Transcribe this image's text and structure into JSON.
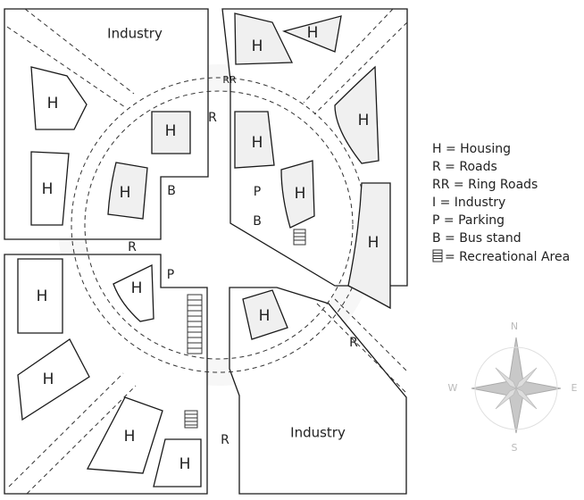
{
  "map": {
    "industry_labels": [
      "Industry",
      "Industry"
    ],
    "housing_label": "H",
    "road_labels": [
      "R",
      "R",
      "R",
      "R"
    ],
    "ring_road_label": "RR",
    "parking_labels": [
      "P",
      "P"
    ],
    "bus_stand_labels": [
      "B",
      "B"
    ]
  },
  "legend": [
    {
      "key": "H",
      "text": "H = Housing"
    },
    {
      "key": "R",
      "text": "R = Roads"
    },
    {
      "key": "RR",
      "text": "RR = Ring Roads"
    },
    {
      "key": "I",
      "text": "I = Industry"
    },
    {
      "key": "P",
      "text": "P = Parking"
    },
    {
      "key": "B",
      "text": "B = Bus stand"
    },
    {
      "key": "recreational-icon",
      "text": "= Recreational Area"
    }
  ],
  "compass": {
    "north": "N",
    "south": "S",
    "east": "E",
    "west": "W"
  },
  "colors": {
    "line": "#1a1a1a",
    "plot_fill": "#f0f0f0",
    "compass": "#bbbbbb"
  }
}
